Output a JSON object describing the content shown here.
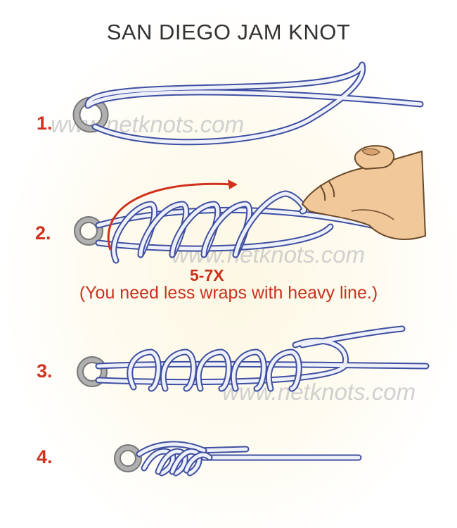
{
  "title": "SAN DIEGO JAM KNOT",
  "watermark": "www.netknots.com",
  "steps": [
    {
      "number": "1."
    },
    {
      "number": "2."
    },
    {
      "number": "3."
    },
    {
      "number": "4."
    }
  ],
  "wraps_label": "5-7X",
  "wraps_note": "(You need less wraps with heavy line.)",
  "colors": {
    "line": "#3f4fa0",
    "line_fill": "#eef1fb",
    "ring": "#8a8a8a",
    "accent": "#d0321d",
    "skin": "#f0c89a"
  }
}
